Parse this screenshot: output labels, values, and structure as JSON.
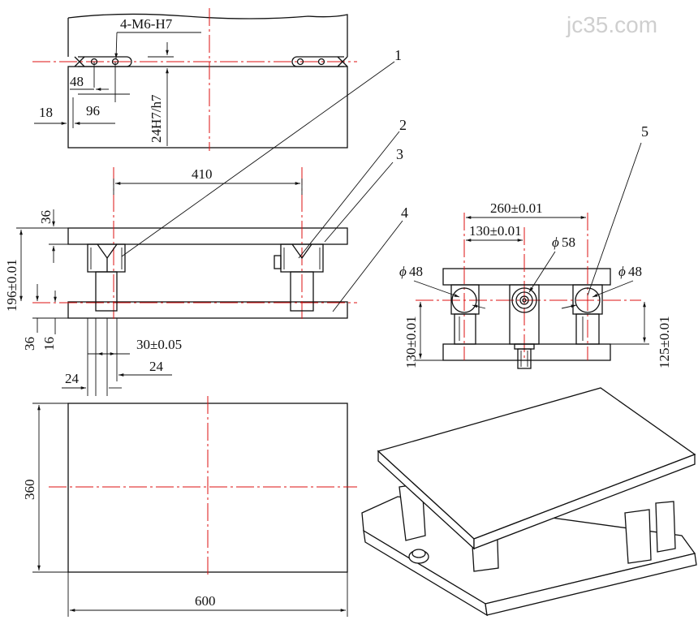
{
  "watermark": "jc35.com",
  "top_view": {
    "holes_label": "4-M6-H7",
    "dim_48": "48",
    "dim_96": "96",
    "dim_18": "18",
    "dim_fit": "24H7/h7"
  },
  "front_view": {
    "dim_410": "410",
    "dim_36_top": "36",
    "dim_196": "196±0.01",
    "dim_36_bottom": "36",
    "dim_16": "16",
    "dim_30": "30±0.05",
    "dim_24_left": "24",
    "dim_24_right": "24"
  },
  "side_view": {
    "dim_260": "260±0.01",
    "dim_130_top": "130±0.01",
    "dim_phi58": "58",
    "dim_phi48_left": "48",
    "dim_phi48_right": "48",
    "dim_130_side": "130±0.01",
    "dim_125": "125±0.01",
    "phi_symbol": "ϕ"
  },
  "plan_view": {
    "dim_360": "360",
    "dim_600": "600"
  },
  "callouts": [
    "1",
    "2",
    "3",
    "4",
    "5"
  ]
}
